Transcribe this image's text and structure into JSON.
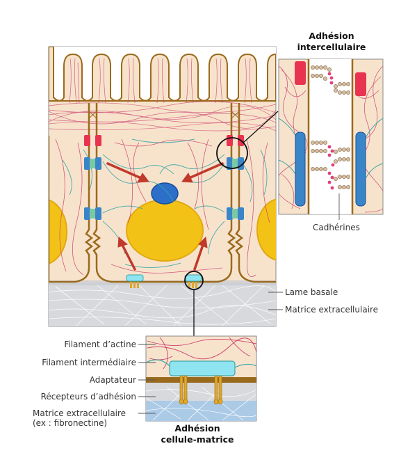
{
  "titles": {
    "intercellular_line1": "Adhésion",
    "intercellular_line2": "intercellulaire",
    "cell_matrix_line1": "Adhésion",
    "cell_matrix_line2": "cellule-matrice"
  },
  "labels": {
    "cadherins": "Cadhérines",
    "basal_lamina": "Lame basale",
    "extracellular_matrix": "Matrice extracellulaire",
    "actin_filament": "Filament d’actine",
    "intermediate_filament": "Filament intermédiaire",
    "adaptor": "Adaptateur",
    "adhesion_receptors": "Récepteurs d’adhésion",
    "matrix_line1": "Matrice extracellulaire",
    "matrix_line2": "(ex : fibronectine)"
  },
  "colors": {
    "cytoplasm": "#f7e3cc",
    "membrane": "#9a6a1c",
    "nucleus": "#f2c316",
    "actin": "#cc3f6c",
    "intermediate": "#3aa6a6",
    "cadherin_red": "#e8344f",
    "junction_blue": "#3a85c8",
    "adaptor_cyan": "#8fe4f2",
    "matrix_grey": "#d7d9dd"
  }
}
